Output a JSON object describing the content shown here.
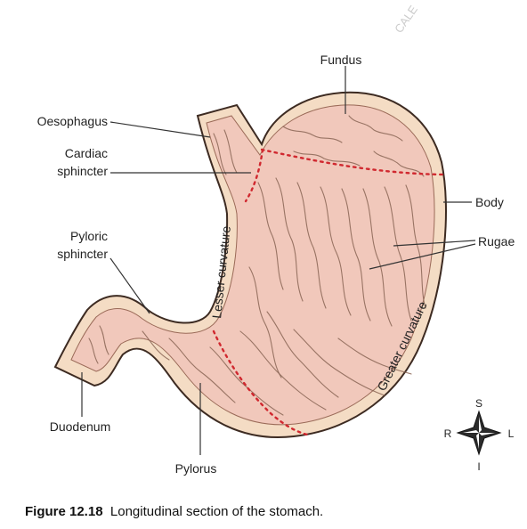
{
  "labels": {
    "fundus": "Fundus",
    "oesophagus": "Oesophagus",
    "cardiac_line1": "Cardiac",
    "cardiac_line2": "sphincter",
    "body": "Body",
    "rugae": "Rugae",
    "pyloric_line1": "Pyloric",
    "pyloric_line2": "sphincter",
    "lesser_curvature": "Lesser curvature",
    "greater_curvature": "Greater curvature",
    "duodenum": "Duodenum",
    "pylorus": "Pylorus"
  },
  "compass": {
    "north": "S",
    "south": "I",
    "west": "R",
    "east": "L"
  },
  "watermark": "CALE",
  "caption": {
    "number": "Figure 12.18",
    "text": "Longitudinal section of the stomach."
  },
  "colors": {
    "outer_wall": "#f4dcc4",
    "inner_lining": "#f1c8bb",
    "outline": "#3d2b22",
    "sphincter_dots": "#d0282f",
    "fold_lines": "#8a6555"
  }
}
